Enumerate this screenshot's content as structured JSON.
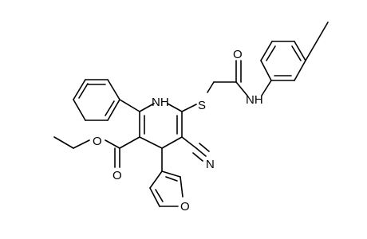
{
  "atoms": {
    "nh_ring": "NH",
    "s": "S",
    "o_amide": "O",
    "nh_amide": "NH",
    "o_ester_carbonyl": "O",
    "o_ester": "O",
    "o_furan": "O",
    "n_nitrile": "N"
  },
  "colors": {
    "bond": "#000000",
    "label": "#000000",
    "background": "#ffffff"
  }
}
